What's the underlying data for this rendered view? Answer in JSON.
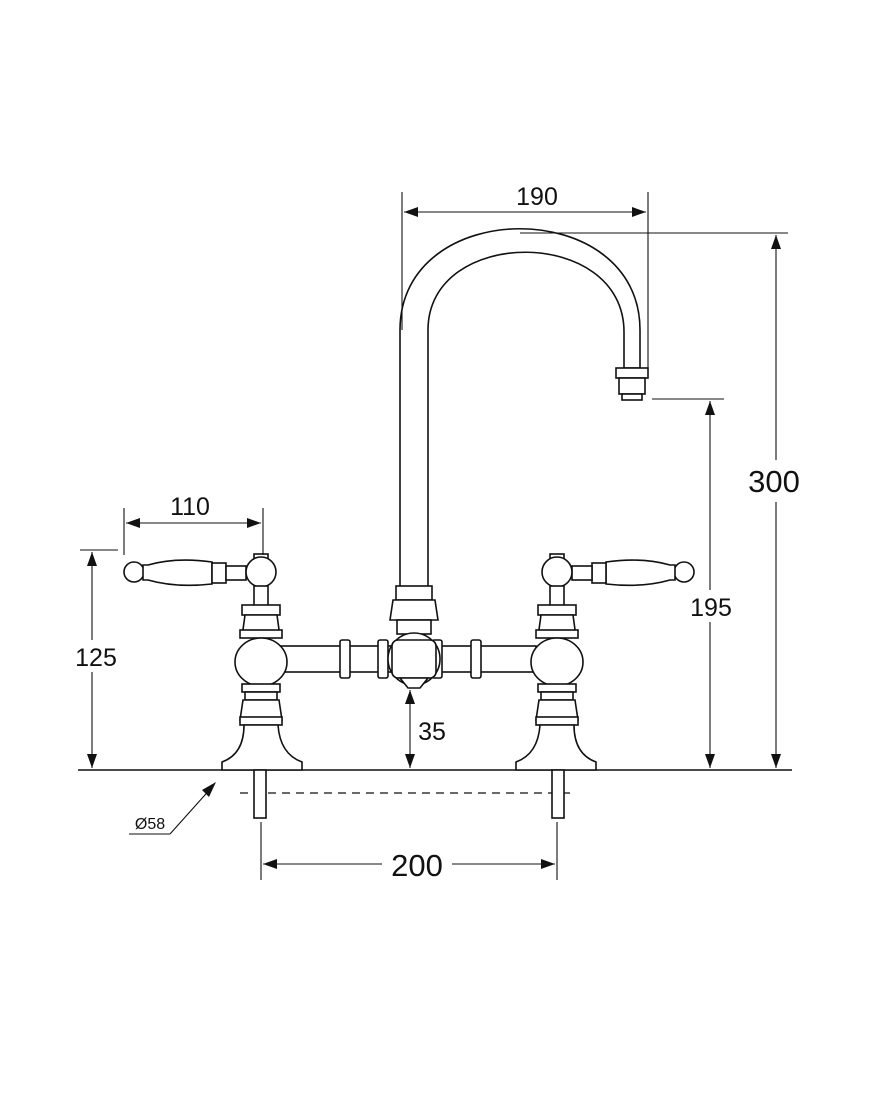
{
  "diagram": {
    "dimensions": {
      "spout_reach": "190",
      "lever_reach": "110",
      "overall_height": "300",
      "spout_outlet_height": "195",
      "handle_height": "125",
      "bridge_height": "35",
      "tap_centres": "200",
      "base_diameter": "Ø58"
    }
  },
  "colors": {
    "line": "#111111",
    "background": "#ffffff"
  }
}
